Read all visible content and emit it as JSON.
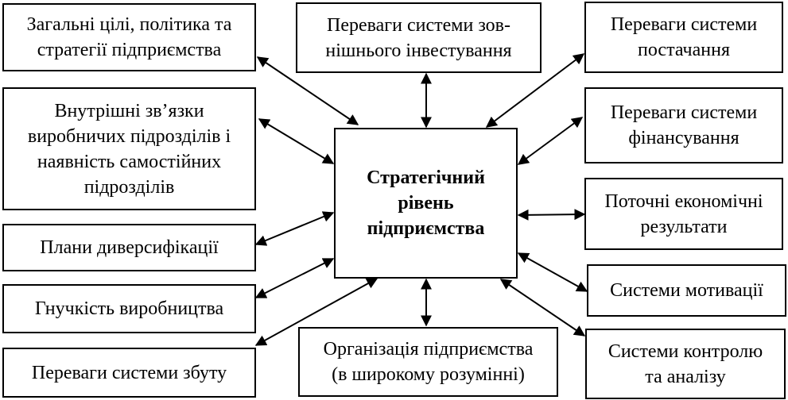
{
  "diagram": {
    "center": {
      "lines": [
        "Стратегічний",
        "рівень",
        "підприємства"
      ]
    },
    "nodes": {
      "goals": {
        "lines": [
          "Загальні цілі, політика та",
          "стратегії підприємства"
        ]
      },
      "internal": {
        "lines": [
          "Внутрішні зв’язки",
          "виробничих підрозділів і",
          "наявність самостійних",
          "підрозділів"
        ]
      },
      "diversification": {
        "lines": [
          "Плани диверсифікації"
        ]
      },
      "flexibility": {
        "lines": [
          "Гнучкість виробництва"
        ]
      },
      "sales": {
        "lines": [
          "Переваги системи збуту"
        ]
      },
      "investment": {
        "lines": [
          "Переваги системи зов-",
          "нішнього інвестування"
        ]
      },
      "organization": {
        "lines": [
          "Організація підприємства",
          "(в широкому розумінні)"
        ]
      },
      "supply": {
        "lines": [
          "Переваги системи",
          "постачання"
        ]
      },
      "financing": {
        "lines": [
          "Переваги системи",
          "фінансування"
        ]
      },
      "results": {
        "lines": [
          "Поточні економічні",
          "результати"
        ]
      },
      "motivation": {
        "lines": [
          "Системи мотивації"
        ]
      },
      "control": {
        "lines": [
          "Системи контролю",
          "та аналізу"
        ]
      }
    }
  }
}
